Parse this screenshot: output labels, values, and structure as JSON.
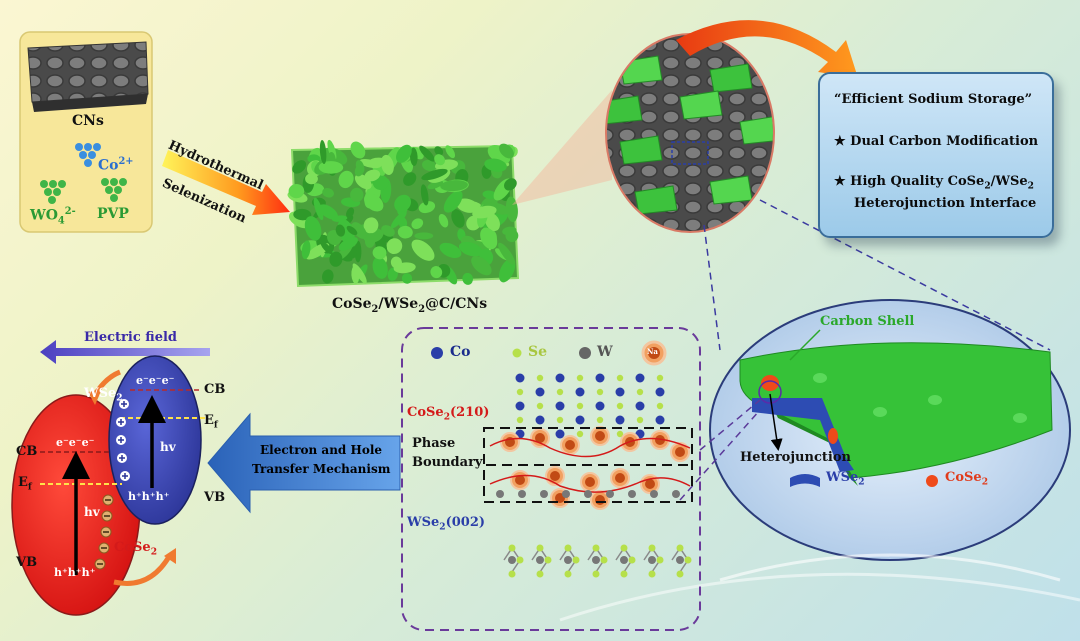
{
  "precursors": {
    "substrate_label": "CNs",
    "cobalt_label": "Co",
    "cobalt_charge": "2+",
    "tungstate_label": "WO",
    "tungstate_sub": "4",
    "tungstate_charge": "2-",
    "polymer_label": "PVP"
  },
  "process": {
    "step1": "Hydrothermal",
    "step2": "Selenization"
  },
  "product_label": {
    "a": "CoSe",
    "a_sub": "2",
    "b": "/WSe",
    "b_sub": "2",
    "c": "@C/CNs"
  },
  "callout": {
    "title": "“Efficient Sodium Storage”",
    "item1": "★ Dual Carbon Modification",
    "item2_a": "★ High Quality CoSe",
    "item2_sub1": "2",
    "item2_b": "/WSe",
    "item2_sub2": "2",
    "item2_line2": "Heterojunction Interface"
  },
  "crystal": {
    "legend_co": "Co",
    "legend_se": "Se",
    "legend_w": "W",
    "legend_na": "Na",
    "cose2_a": "CoSe",
    "cose2_sub": "2",
    "cose2_b": "(210)",
    "phase1": "Phase",
    "phase2": "Boundary",
    "wse2_a": "WSe",
    "wse2_sub": "2",
    "wse2_b": "(002)"
  },
  "mechanism": {
    "arrow_line1": "Electron and Hole",
    "arrow_line2": "Transfer Mechanism",
    "field_label": "Electric field",
    "wse2_a": "WSe",
    "wse2_sub": "2",
    "cose2_a": "CoSe",
    "cose2_sub": "2",
    "cb_right": "CB",
    "ef_right": "E",
    "ef_sub": "f",
    "vb_right": "VB",
    "cb_left": "CB",
    "ef_left": "E",
    "vb_left": "VB",
    "hv": "hv",
    "electrons": "e⁻e⁻e⁻",
    "holes": "h⁺h⁺h⁺",
    "holes_left": "h⁺h⁺h⁺"
  },
  "inset": {
    "carbon_shell": "Carbon Shell",
    "heterojunction": "Heterojunction",
    "wse2_a": "WSe",
    "wse2_sub": "2",
    "cose2_a": "CoSe",
    "cose2_sub": "2"
  },
  "colors": {
    "green": "#3cc23c",
    "red": "#e82020",
    "blue_band": "#3a46b0",
    "arrow_blue": "#3a7fd1",
    "dash_purple": "#6a3a9a",
    "co_blue": "#2a3ea8",
    "se_green": "#b6e04a",
    "w_gray": "#666666",
    "na_orange": "#e07020"
  }
}
